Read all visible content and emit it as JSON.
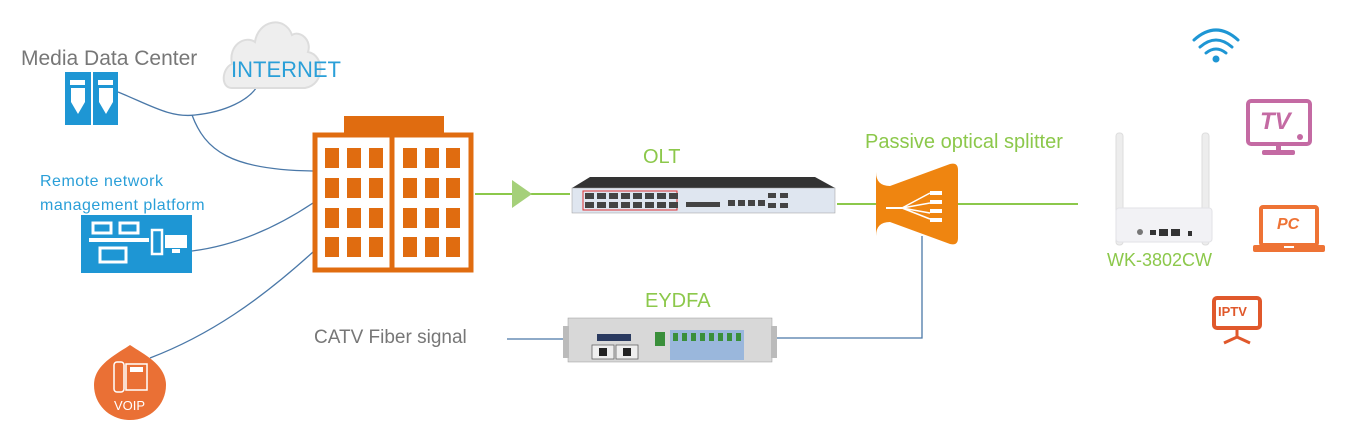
{
  "labels": {
    "media_data_center": "Media Data Center",
    "internet": "INTERNET",
    "remote_line1": "Remote network",
    "remote_line2": "management platform",
    "voip": "VOIP",
    "olt": "OLT",
    "splitter": "Passive optical splitter",
    "eydfa": "EYDFA",
    "catv": "CATV Fiber signal",
    "onu_model": "WK-3802CW",
    "tv": "TV",
    "pc": "PC",
    "iptv": "IPTV"
  },
  "icons": [
    "server-icon",
    "cloud-icon",
    "network-computers-icon",
    "phone-icon",
    "building-icon",
    "arrow-right-icon",
    "olt-device-icon",
    "splitter-icon",
    "eydfa-device-icon",
    "router-icon",
    "wifi-icon",
    "tv-icon",
    "pc-icon",
    "iptv-icon"
  ],
  "colors": {
    "blue": "#1e96d4",
    "orange": "#e06c10",
    "green": "#8cc84b",
    "gray_text": "#777777",
    "link_blue": "#4a78a8",
    "tv": "#c46aa3",
    "pc": "#ee7335",
    "iptv": "#e0582b"
  }
}
